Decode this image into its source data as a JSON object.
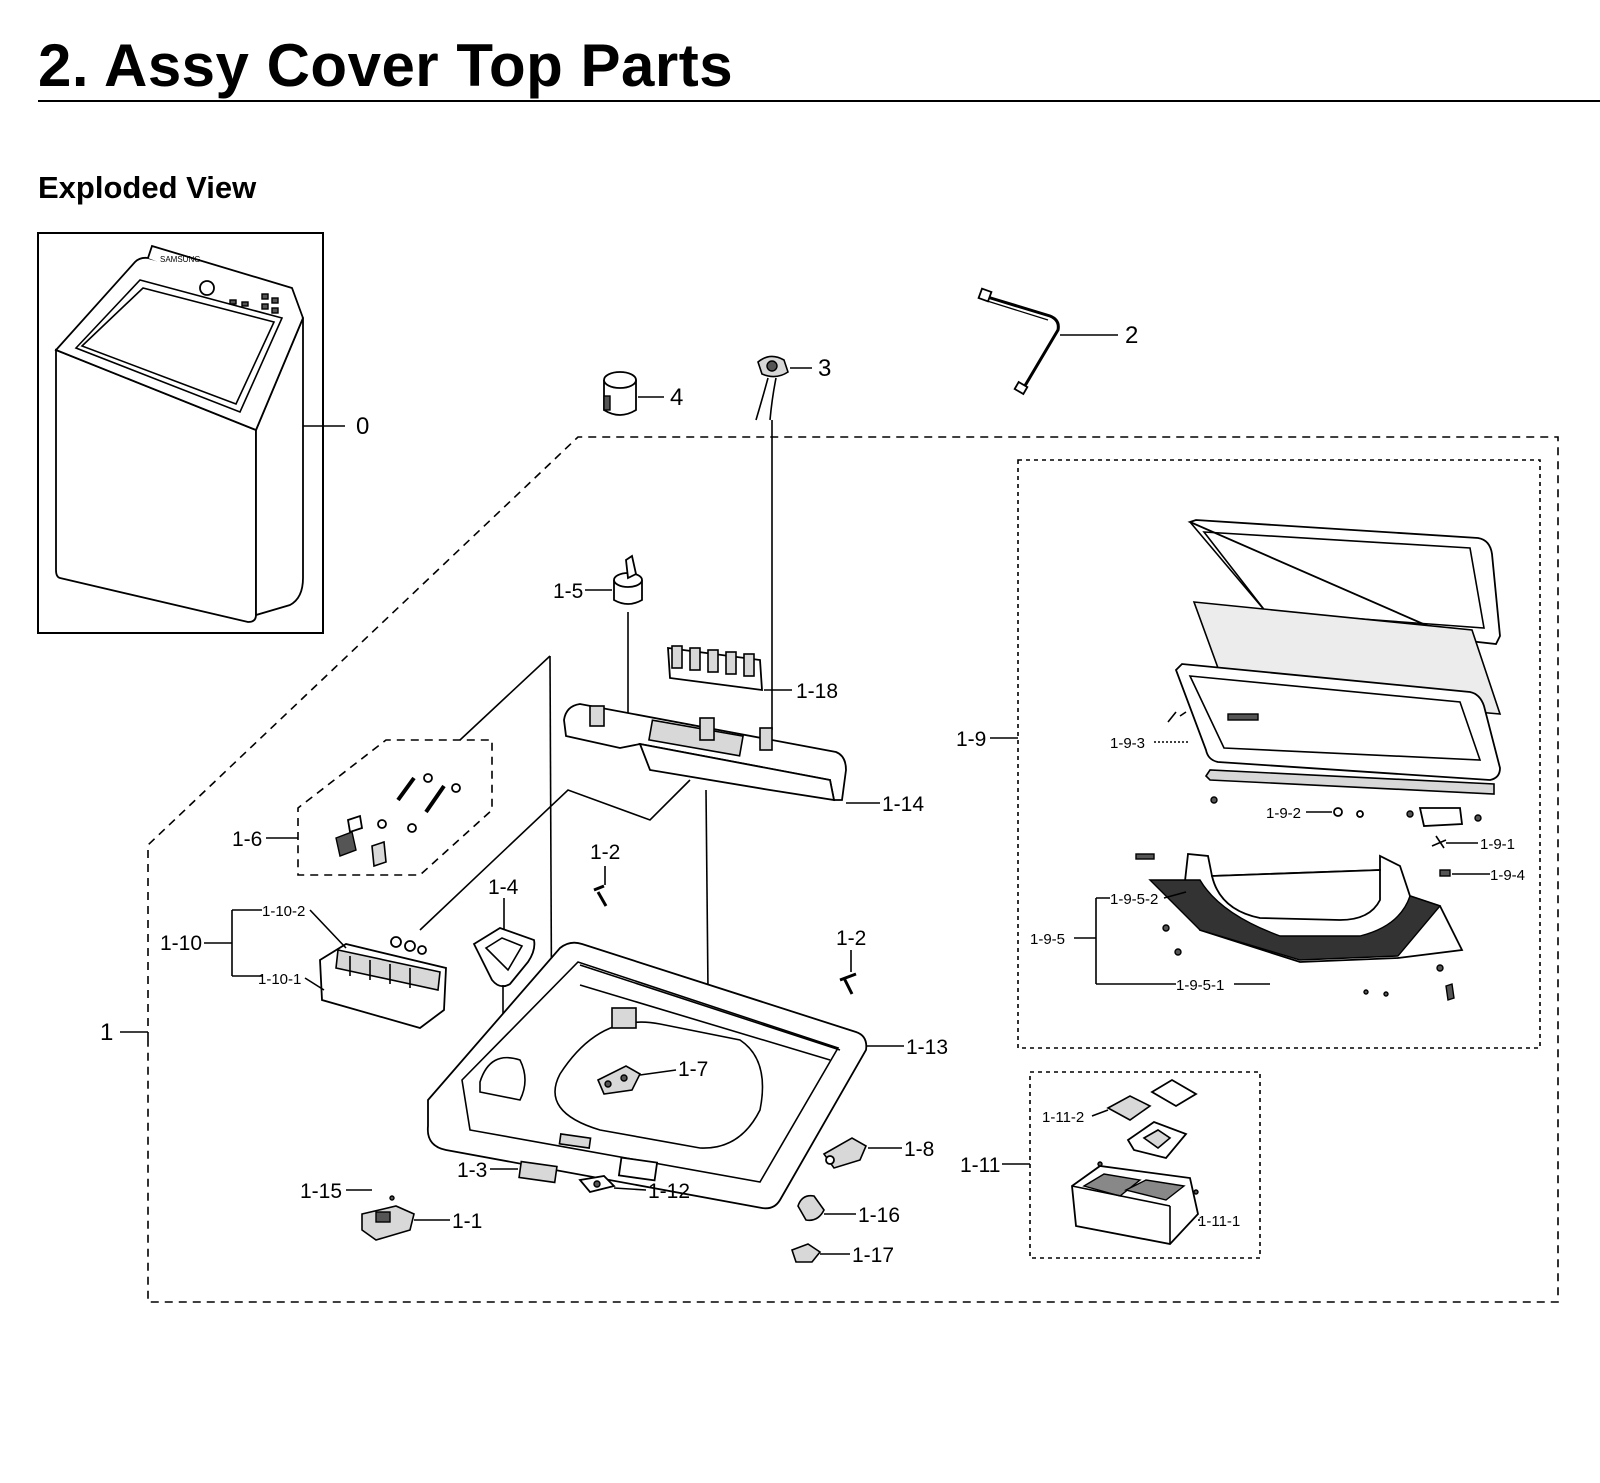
{
  "header": {
    "title": "2.  Assy Cover Top Parts",
    "section": "Exploded View"
  },
  "labels": {
    "l0": "0",
    "l1": "1",
    "l2": "2",
    "l3": "3",
    "l4": "4",
    "l1_1": "1-1",
    "l1_2a": "1-2",
    "l1_2b": "1-2",
    "l1_3": "1-3",
    "l1_4": "1-4",
    "l1_5": "1-5",
    "l1_6": "1-6",
    "l1_7": "1-7",
    "l1_8": "1-8",
    "l1_9": "1-9",
    "l1_9_1": "1-9-1",
    "l1_9_2": "1-9-2",
    "l1_9_3": "1-9-3",
    "l1_9_4": "1-9-4",
    "l1_9_5": "1-9-5",
    "l1_9_5_1": "1-9-5-1",
    "l1_9_5_2": "1-9-5-2",
    "l1_10": "1-10",
    "l1_10_1": "1-10-1",
    "l1_10_2": "1-10-2",
    "l1_11": "1-11",
    "l1_11_1": "1-11-1",
    "l1_11_2": "1-11-2",
    "l1_12": "1-12",
    "l1_13": "1-13",
    "l1_14": "1-14",
    "l1_15": "1-15",
    "l1_16": "1-16",
    "l1_17": "1-17",
    "l1_18": "1-18"
  }
}
